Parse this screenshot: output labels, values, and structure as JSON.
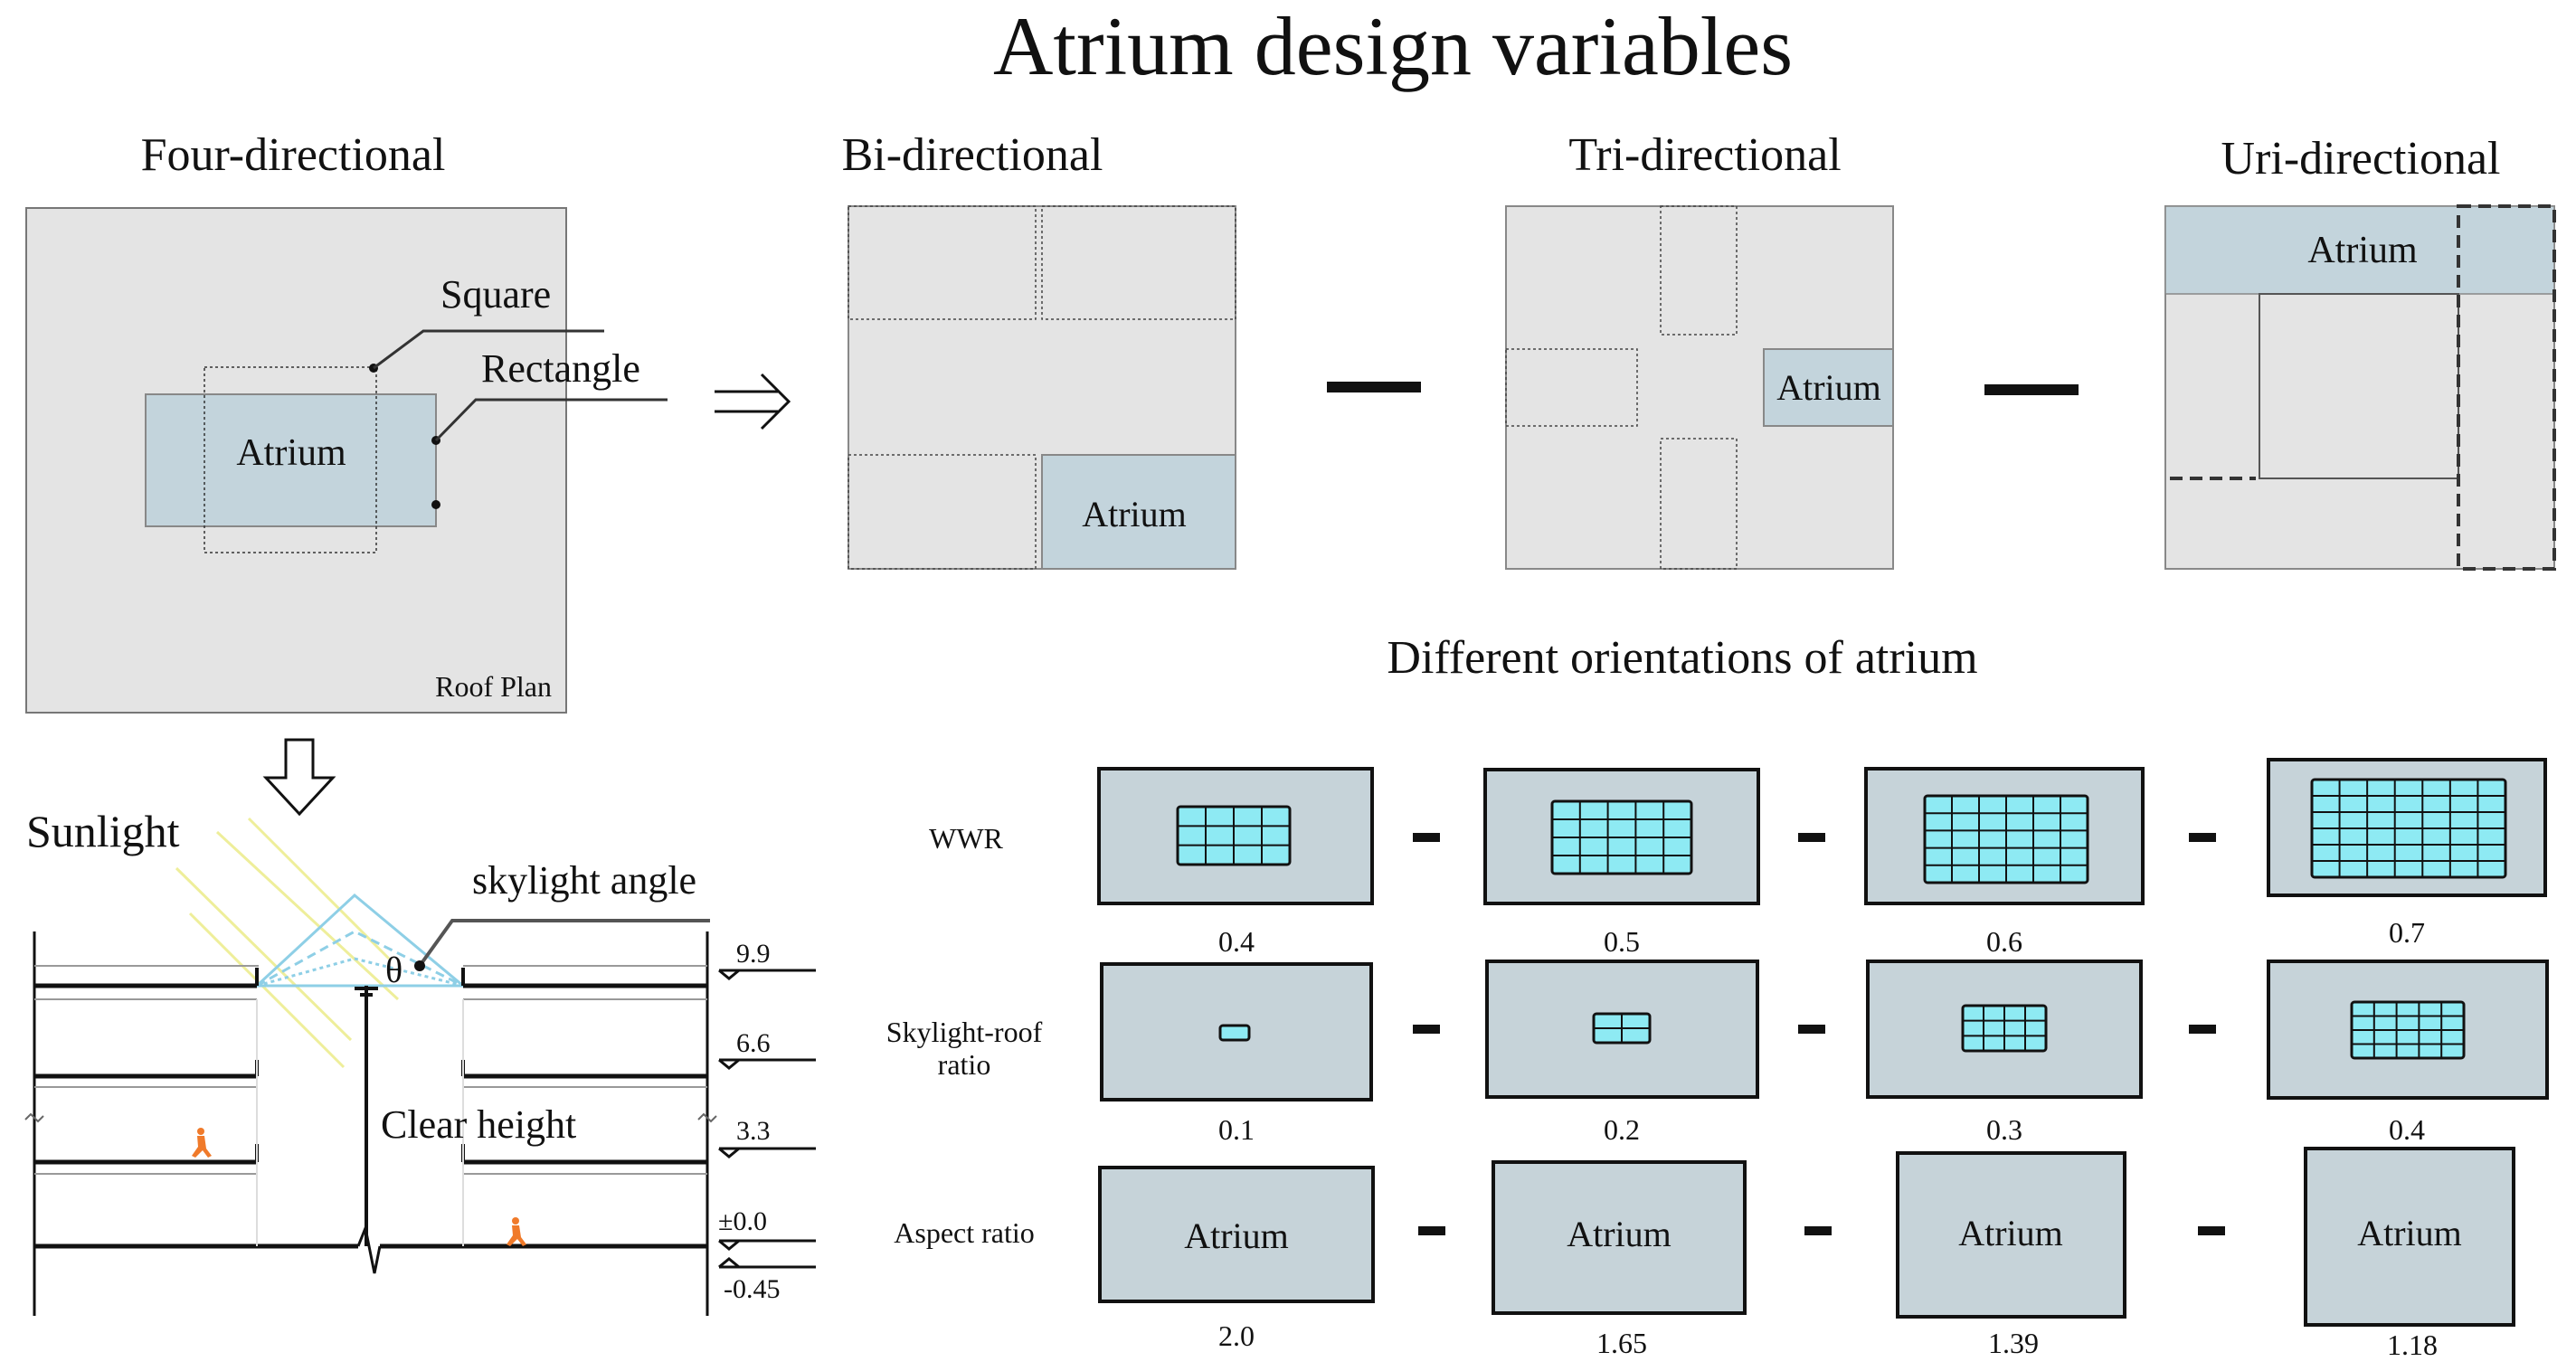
{
  "title": "Atrium design variables",
  "colors": {
    "plan_fill": "#e4e4e4",
    "atrium_fill": "#c3d4dc",
    "atrium_elev_fill": "#c6d3d9",
    "glass_fill": "#8eeaf3",
    "skylight_blue": "#8ecfe6",
    "sun_rays": "#eeee9a",
    "figure_orange": "#f07a2a",
    "line": "#1a1a1a"
  },
  "four_directional": {
    "heading": "Four-directional",
    "atrium_label": "Atrium",
    "square_label": "Square",
    "rectangle_label": "Rectangle",
    "roof_plan_label": "Roof Plan"
  },
  "orientations": {
    "bi_label": "Bi-directional",
    "tri_label": "Tri-directional",
    "uni_label": "Uri-directional",
    "bi_atrium": "Atrium",
    "tri_atrium": "Atrium",
    "uni_atrium": "Atrium",
    "caption": "Different orientations of atrium"
  },
  "section": {
    "sunlight_label": "Sunlight",
    "skylight_angle_label": "skylight angle",
    "theta_label": "θ",
    "clear_height_label": "Clear height",
    "levels": [
      "9.9",
      "6.6",
      "3.3",
      "±0.0",
      "-0.45"
    ]
  },
  "wwr": {
    "row_label": "WWR",
    "values": [
      "0.4",
      "0.5",
      "0.6",
      "0.7"
    ]
  },
  "skylight_roof": {
    "row_label_line1": "Skylight-roof",
    "row_label_line2": "ratio",
    "values": [
      "0.1",
      "0.2",
      "0.3",
      "0.4"
    ]
  },
  "aspect": {
    "row_label": "Aspect ratio",
    "values": [
      "2.0",
      "1.65",
      "1.39",
      "1.18"
    ],
    "atrium_labels": [
      "Atrium",
      "Atrium",
      "Atrium",
      "Atrium"
    ]
  }
}
